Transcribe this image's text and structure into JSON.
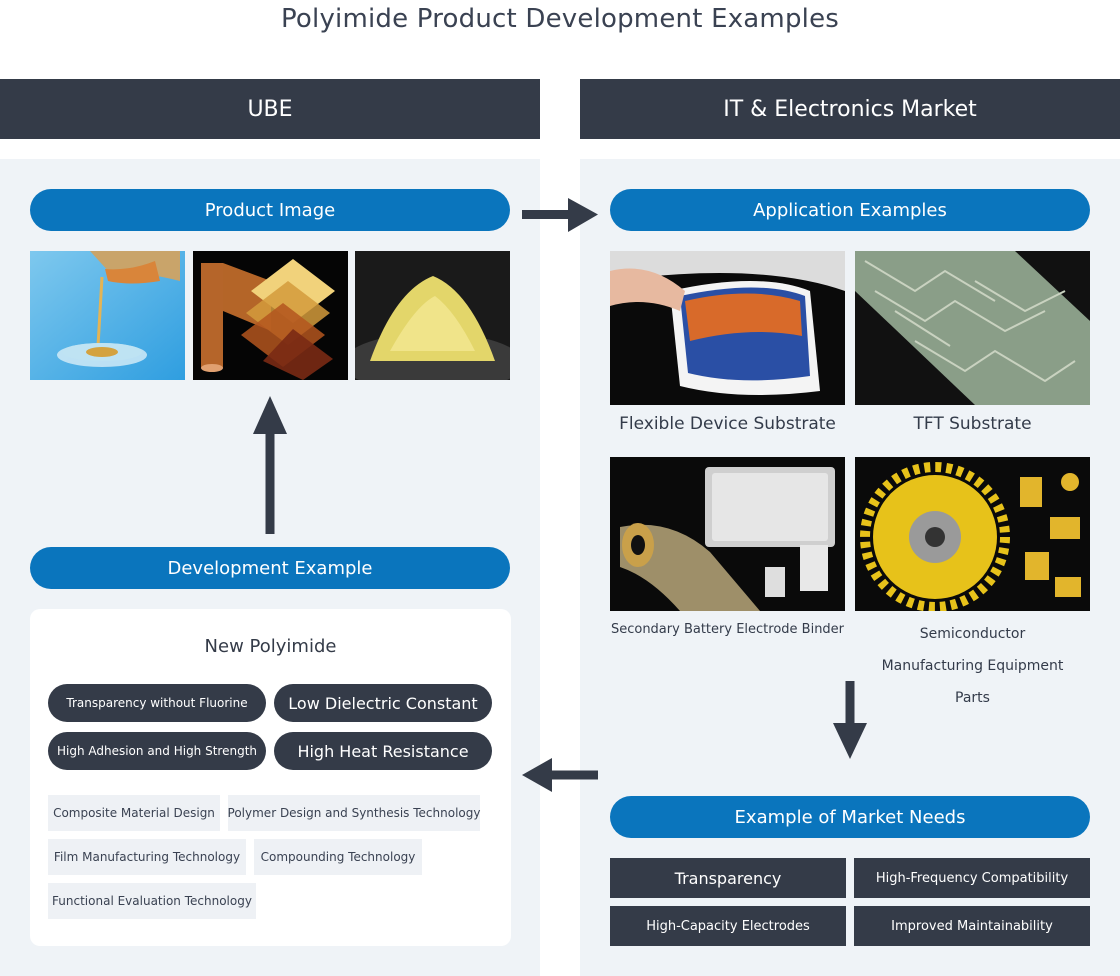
{
  "page": {
    "title": "Polyimide Product Development Examples"
  },
  "left": {
    "header": "UBE",
    "product_image_label": "Product Image",
    "development_example_label": "Development Example",
    "new_polyimide": {
      "title": "New Polyimide",
      "properties": [
        "Transparency without Fluorine",
        "Low Dielectric Constant",
        "High Adhesion and High Strength",
        "High Heat Resistance"
      ],
      "technologies": [
        "Composite Material Design",
        "Polymer Design and Synthesis Technology",
        "Film Manufacturing Technology",
        "Compounding Technology",
        "Functional Evaluation Technology"
      ]
    }
  },
  "right": {
    "header": "IT & Electronics Market",
    "application_examples_label": "Application Examples",
    "applications": [
      "Flexible Device Substrate",
      "TFT Substrate",
      "Secondary Battery Electrode Binder",
      "Semiconductor Manufacturing Equipment Parts"
    ],
    "market_needs_label": "Example of Market Needs",
    "market_needs": [
      "Transparency",
      "High-Frequency Compatibility",
      "High-Capacity Electrodes",
      "Improved Maintainability"
    ]
  },
  "colors": {
    "dark": "#343b48",
    "blue": "#0a75bd",
    "panel": "#eff3f7"
  }
}
